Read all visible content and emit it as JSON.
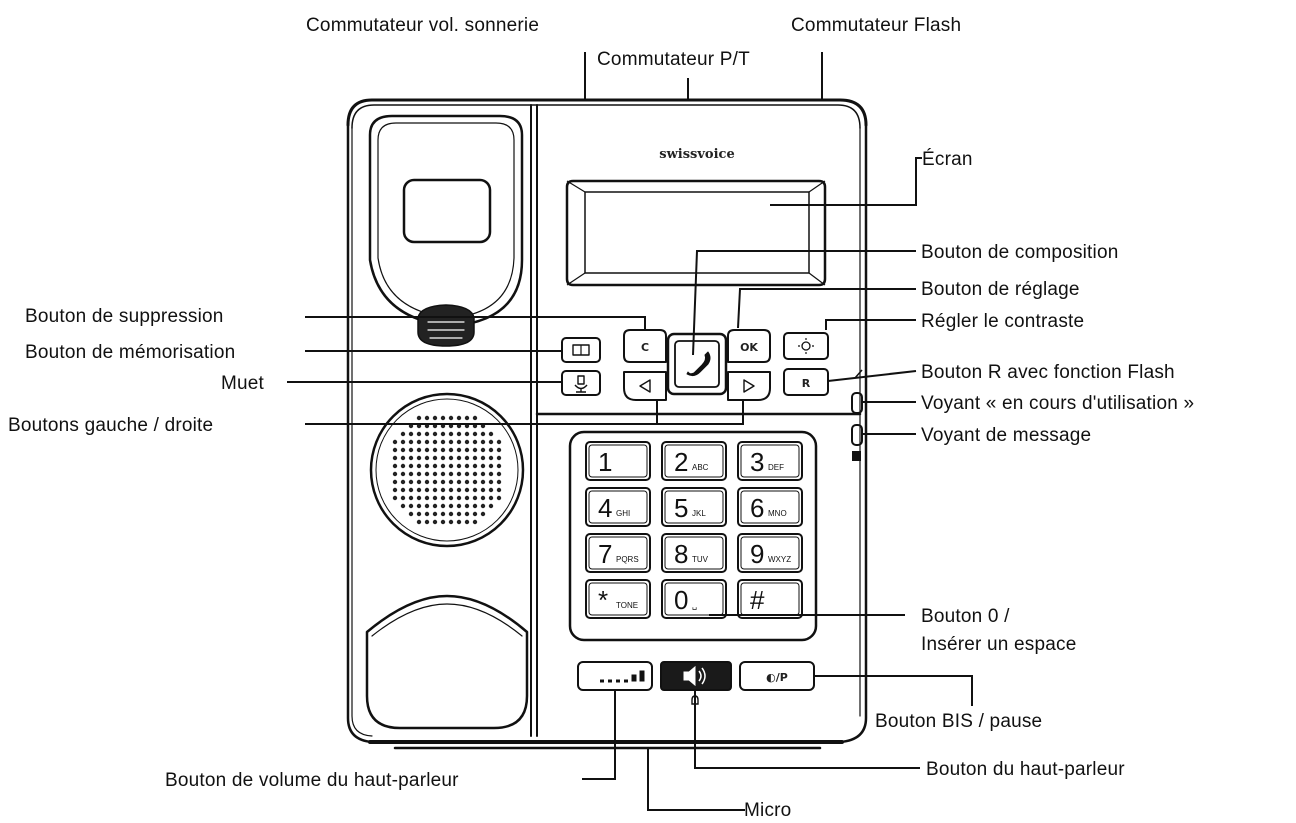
{
  "device": {
    "brand": "swissvoice",
    "keys": [
      {
        "main": "1",
        "sub": ""
      },
      {
        "main": "2",
        "sub": "ABC"
      },
      {
        "main": "3",
        "sub": "DEF"
      },
      {
        "main": "4",
        "sub": "GHI"
      },
      {
        "main": "5",
        "sub": "JKL"
      },
      {
        "main": "6",
        "sub": "MNO"
      },
      {
        "main": "7",
        "sub": "PQRS"
      },
      {
        "main": "8",
        "sub": "TUV"
      },
      {
        "main": "9",
        "sub": "WXYZ"
      },
      {
        "main": "*",
        "sub": "TONE"
      },
      {
        "main": "0",
        "sub": "␣"
      },
      {
        "main": "#",
        "sub": ""
      }
    ],
    "nav": {
      "c_label": "C",
      "ok_label": "OK",
      "r_label": "R",
      "bis_label": "◐/P"
    }
  },
  "labels": {
    "ring_volume_switch": "Commutateur vol. sonnerie",
    "pt_switch": "Commutateur P/T",
    "flash_switch": "Commutateur Flash",
    "screen": "Écran",
    "dial_button": "Bouton de composition",
    "settings_button": "Bouton de réglage",
    "contrast": "Régler le contraste",
    "r_flash_button": "Bouton R avec fonction Flash",
    "in_use_led": "Voyant « en cours d'utilisation »",
    "message_led": "Voyant de message",
    "delete_button": "Bouton de suppression",
    "memory_button": "Bouton de mémorisation",
    "mute": "Muet",
    "left_right_buttons": "Boutons gauche / droite",
    "zero_button_line1": "Bouton 0 /",
    "zero_button_line2": "Insérer un espace",
    "redial_pause": "Bouton BIS / pause",
    "speaker_volume": "Bouton de volume du haut-parleur",
    "speaker_button": "Bouton du haut-parleur",
    "mic": "Micro"
  }
}
